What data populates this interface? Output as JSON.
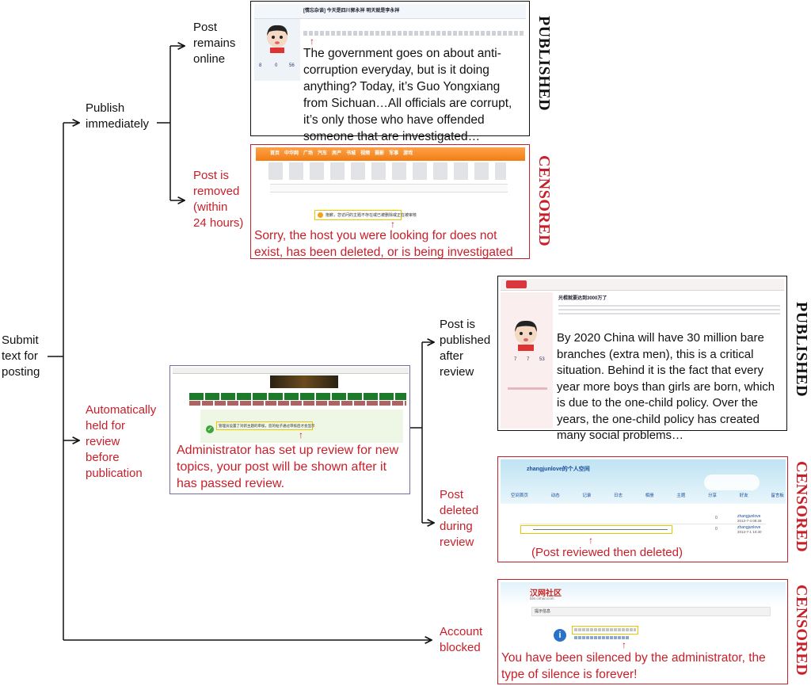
{
  "flow": {
    "start": "Submit\ntext for\nposting",
    "publish_immediately": "Publish\nimmediately",
    "held_for_review": "Automatically\nheld for\nreview\nbefore\npublication",
    "account_blocked": "Account\nblocked",
    "post_remains_online": "Post\nremains\nonline",
    "post_removed": "Post is\nremoved\n(within\n24 hours)",
    "published_after_review": "Post is\npublished\nafter\nreview",
    "deleted_during_review": "Post\ndeleted\nduring\nreview"
  },
  "stamps": {
    "published": "PUBLISHED",
    "censored": "CENSORED"
  },
  "panels": {
    "online": {
      "caption": "The government goes on about anti-corruption everyday, but is it doing anything? Today, it’s Guo Yongxiang from Sichuan…All officials are corrupt, it’s only those who have offended someone that are investigated…",
      "title_cn": "[情忘杂谈] 今天是四川郭永祥 明天就是李永祥",
      "stats": [
        "8",
        "0",
        "56"
      ]
    },
    "removed": {
      "caption": "Sorry, the host you were looking for does not exist, has been deleted, or is being investigated",
      "nav": [
        "首页",
        "中华网",
        "广场",
        "汽车",
        "房产",
        "书城",
        "视频",
        "摄影",
        "军事",
        "游戏"
      ],
      "notice_cn": "抱歉，您访问的主题不存在或已被删除或正在被审核"
    },
    "review_held": {
      "caption": "Administrator has set up review for new topics, your post will be shown after it has passed review.",
      "notice_cn": "管理员设置了对新主题的审核，您的帖子通过审核后才会显示"
    },
    "after_review": {
      "caption": "By 2020 China will have 30 million bare branches (extra men), this is a critical situation. Behind it is the fact that every year more boys than girls are born, which is due to the one-child policy. Over the years, the one-child policy has created many social problems…",
      "title_cn": "光棍就要达到3000万了",
      "stats": [
        "7",
        "7",
        "53"
      ]
    },
    "deleted_review": {
      "caption": "(Post reviewed then deleted)",
      "user": "zhangjunlove",
      "site_title_suffix": "的个人空间",
      "tabs": [
        "空间首页",
        "动态",
        "记录",
        "日志",
        "相册",
        "主题",
        "分享",
        "好友",
        "留言板"
      ],
      "rows": [
        {
          "user": "zhangjunlove",
          "date": "2013-7-4 09:28",
          "count": "0"
        },
        {
          "user": "zhangjunlove",
          "date": "2013-7-1 10:30",
          "count": "0"
        }
      ]
    },
    "blocked": {
      "caption": "You have been silenced by the administrator, the type of silence is forever!",
      "logo": "汉网社区",
      "logo_sub": "bbs.cnhan.com",
      "tip": "提示信息"
    }
  }
}
